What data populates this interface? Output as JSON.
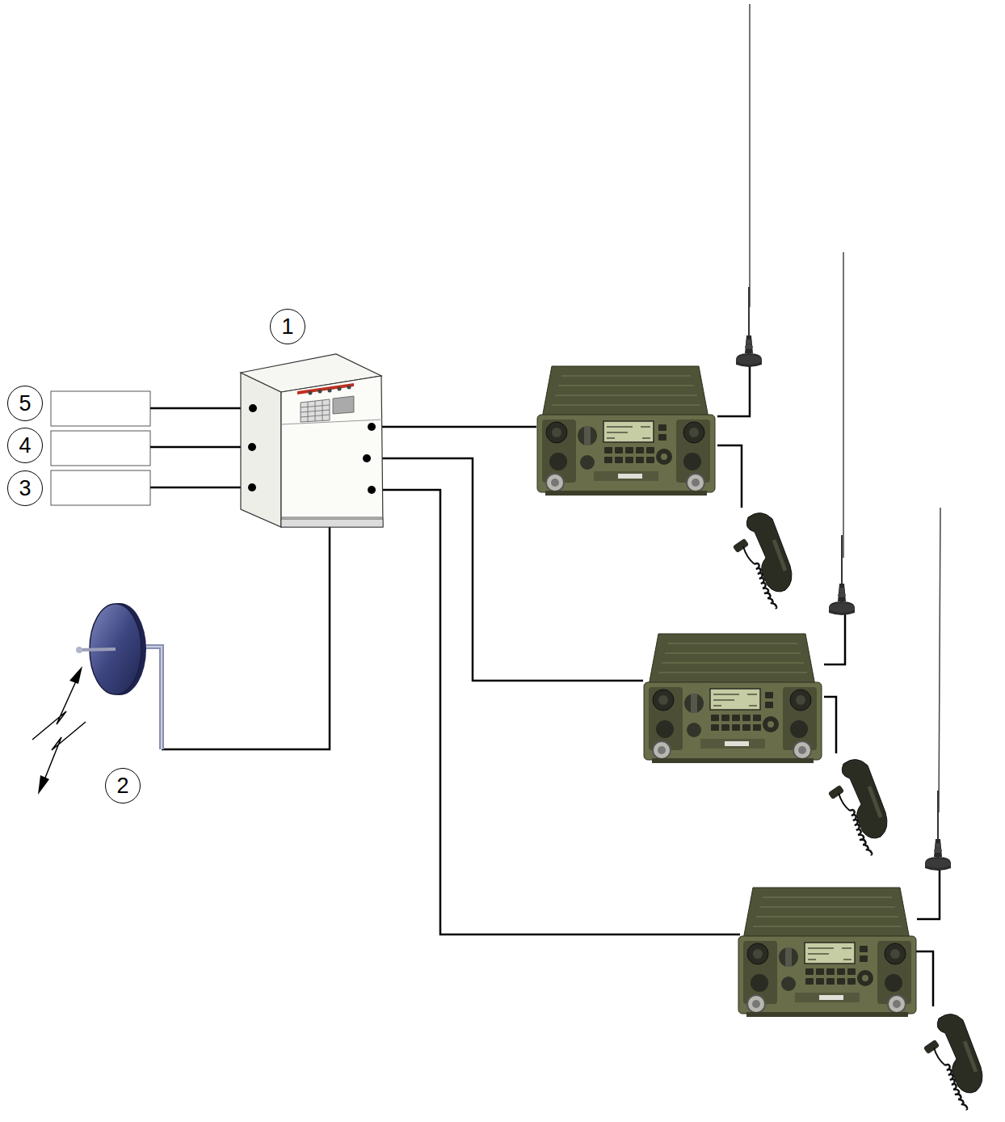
{
  "diagram": {
    "nodes": [
      {
        "text": [
          "1"
        ]
      },
      {
        "text": [
          "5"
        ]
      },
      {
        "text": [
          "4"
        ]
      },
      {
        "text": [
          "3"
        ]
      },
      {
        "text": [
          "2"
        ]
      }
    ]
  }
}
